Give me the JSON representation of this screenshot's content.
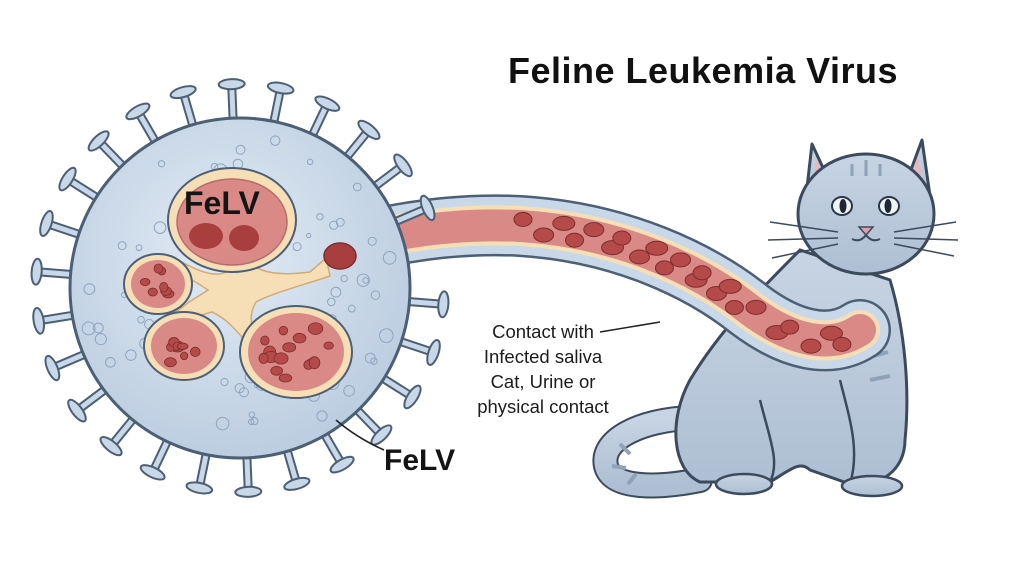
{
  "diagram": {
    "title": "Feline Leukemia Virus",
    "virus_inner_label": "FeLV",
    "virus_outer_label": "FeLV",
    "transmission_lines": [
      "Contact with",
      "Infected saliva",
      "Cat, Urine or",
      "physical contact"
    ]
  },
  "colors": {
    "virus_body": "#c9d8e8",
    "virus_outline": "#4c5f74",
    "compartment_fill": "#d98a86",
    "compartment_rim": "#f6dfb6",
    "particle": "#b54a4a",
    "cat_body": "#bccbdc",
    "cat_outline": "#3b4a5c"
  }
}
